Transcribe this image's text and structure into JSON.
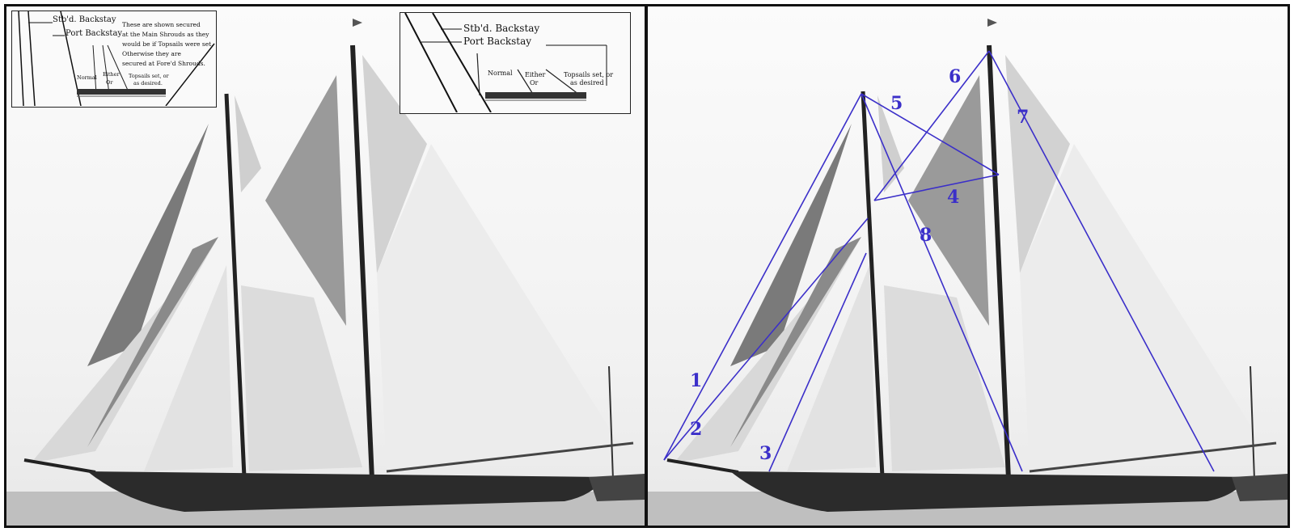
{
  "colors": {
    "line": "#3b2fc9",
    "hull": "#2b2b2b",
    "sail_light": "#e9e9e9",
    "sail_dark": "#6e6e6e",
    "frame": "#111111"
  },
  "inset_small": {
    "stbd_backstay": "Stb'd. Backstay",
    "port_backstay": "Port Backstay",
    "note_lines": [
      "These are shown secured",
      "at the Main Shrouds as they",
      "would be if Topsails were set.",
      "Otherwise they are",
      "secured at Fore'd Shrouds."
    ],
    "normal": "Normal",
    "either": "Either",
    "or": "Or",
    "topsails_line1": "Topsails set, or",
    "topsails_line2": "as desired."
  },
  "inset_large": {
    "stbd_backstay": "Stb'd. Backstay",
    "port_backstay": "Port Backstay",
    "normal": "Normal",
    "either": "Either",
    "or": "Or",
    "topsails_line1": "Topsails set, or",
    "topsails_line2": "as desired"
  },
  "labels": [
    "1",
    "2",
    "3",
    "4",
    "5",
    "6",
    "7",
    "8"
  ]
}
